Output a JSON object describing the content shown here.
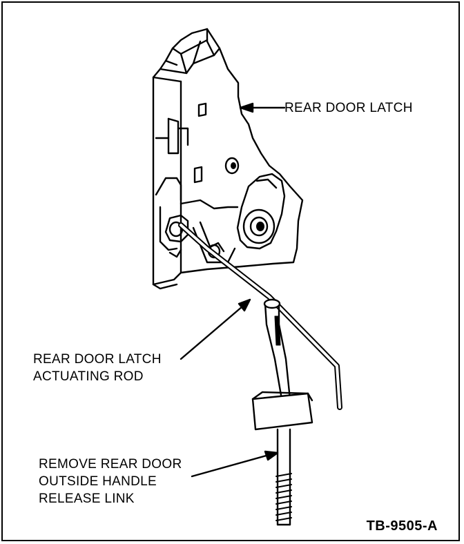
{
  "labels": {
    "rear_door_latch": "REAR DOOR LATCH",
    "actuating_rod": [
      "REAR DOOR LATCH",
      "ACTUATING ROD"
    ],
    "release_link": [
      "REMOVE REAR DOOR",
      "OUTSIDE HANDLE",
      "RELEASE LINK"
    ]
  },
  "figure_ref": "TB-9505-A"
}
